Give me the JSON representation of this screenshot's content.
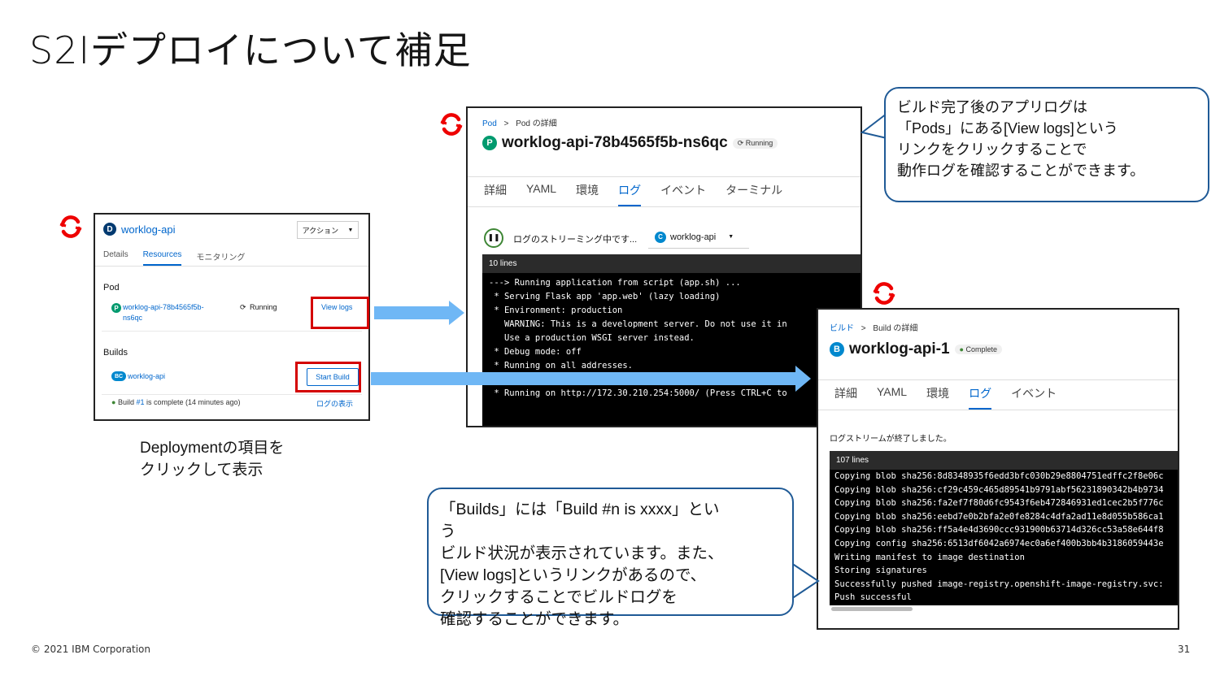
{
  "slide": {
    "title": "S2Iデプロイについて補足",
    "footer": "© 2021 IBM Corporation",
    "page_number": "31"
  },
  "colors": {
    "arrow": "#6fb7f5",
    "highlight_box": "#d40000",
    "callout_border": "#1f5a96",
    "link": "#0066cc",
    "openshift_red": "#ee0000"
  },
  "deploy_panel": {
    "badge": "D",
    "name": "worklog-api",
    "action_label": "アクション",
    "tabs": [
      "Details",
      "Resources",
      "モニタリング"
    ],
    "pod_section": "Pod",
    "pod_badge": "P",
    "pod_name_line1": "worklog-api-78b4565f5b-",
    "pod_name_line2": "ns6qc",
    "pod_status": "Running",
    "view_logs": "View logs",
    "builds_section": "Builds",
    "build_badge": "BC",
    "build_name": "worklog-api",
    "start_build": "Start Build",
    "build_status_prefix": "Build ",
    "build_status_link": "#1",
    "build_status_suffix": " is complete (14 minutes ago)",
    "show_log": "ログの表示"
  },
  "deploy_caption": {
    "line1": "Deploymentの項目を",
    "line2": "クリックして表示"
  },
  "pod_panel": {
    "crumb_root": "Pod",
    "crumb_sep": ">",
    "crumb_current": "Pod の詳細",
    "badge": "P",
    "title": "worklog-api-78b4565f5b-ns6qc",
    "status": "Running",
    "tabs": [
      "詳細",
      "YAML",
      "環境",
      "ログ",
      "イベント",
      "ターミナル"
    ],
    "streaming_label": "ログのストリーミング中です...",
    "container_badge": "C",
    "container_name": "worklog-api",
    "log_count": "10 lines",
    "log_lines": [
      "---> Running application from script (app.sh) ...",
      " * Serving Flask app 'app.web' (lazy loading)",
      " * Environment: production",
      "   WARNING: This is a development server. Do not use it in",
      "   Use a production WSGI server instead.",
      " * Debug mode: off",
      " * Running on all addresses.",
      "   WARNING: This is a development server. Do not use it in",
      " * Running on http://172.30.210.254:5000/ (Press CTRL+C to"
    ]
  },
  "build_panel": {
    "crumb_root": "ビルド",
    "crumb_sep": ">",
    "crumb_current": "Build の詳細",
    "badge": "B",
    "title": "worklog-api-1",
    "status": "Complete",
    "tabs": [
      "詳細",
      "YAML",
      "環境",
      "ログ",
      "イベント"
    ],
    "stream_ended": "ログストリームが終了しました。",
    "log_count": "107 lines",
    "log_lines": [
      "Copying blob sha256:8d8348935f6edd3bfc030b29e8804751edffc2f8e06c",
      "Copying blob sha256:cf29c459c465d89541b9791abf56231890342b4b9734",
      "Copying blob sha256:fa2ef7f80d6fc9543f6eb472846931ed1cec2b5f776c",
      "Copying blob sha256:eebd7e0b2bfa2e0fe8284c4dfa2ad11e8d055b586ca1",
      "Copying blob sha256:ff5a4e4d3690ccc931900b63714d326cc53a58e644f8",
      "Copying config sha256:6513df6042a6974ec0a6ef400b3bb4b3186059443e",
      "Writing manifest to image destination",
      "Storing signatures",
      "Successfully pushed image-registry.openshift-image-registry.svc:",
      "Push successful"
    ]
  },
  "callout_top": {
    "line1": "ビルド完了後のアプリログは",
    "line2": "「Pods」にある[View logs]という",
    "line3": "リンクをクリックすることで",
    "line4": "動作ログを確認することができます。"
  },
  "callout_bottom": {
    "line1": "「Builds」には「Build #n is xxxx」とい",
    "line2": "う",
    "line3": "ビルド状況が表示されています。また、",
    "line4": "[View logs]というリンクがあるので、",
    "line5": "クリックすることでビルドログを",
    "line6": "確認することができます。"
  }
}
